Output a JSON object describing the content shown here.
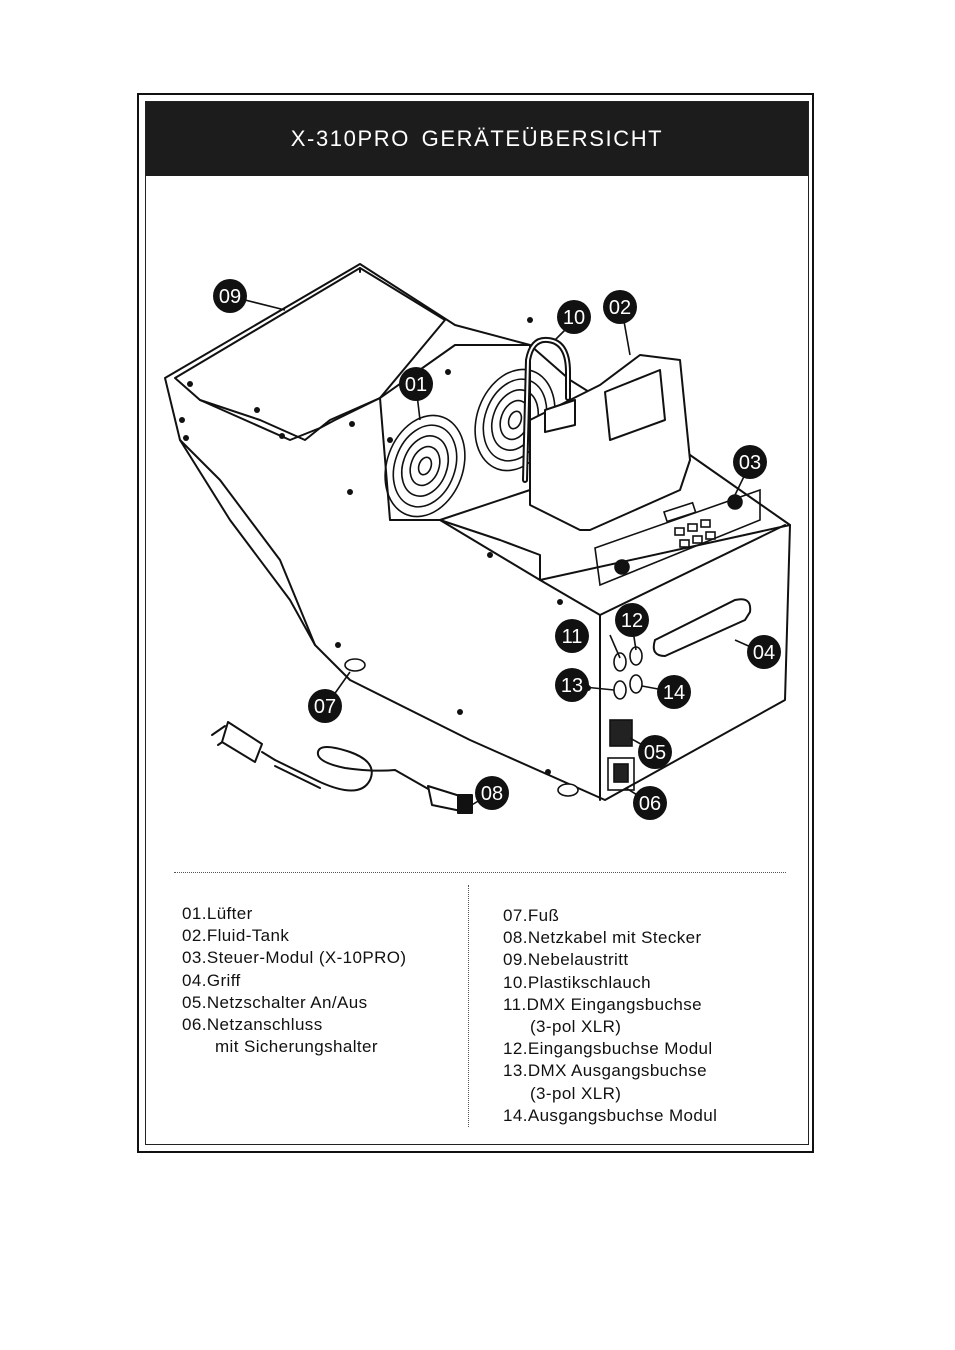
{
  "header": {
    "title": "X-310PRO GERÄTEÜBERSICHT"
  },
  "callouts": [
    "01",
    "02",
    "03",
    "04",
    "05",
    "06",
    "07",
    "08",
    "09",
    "10",
    "11",
    "12",
    "13",
    "14"
  ],
  "legend": {
    "left": [
      {
        "num": "01.",
        "text": "Lüfter",
        "cont": ""
      },
      {
        "num": "02.",
        "text": "Fluid-Tank",
        "cont": ""
      },
      {
        "num": "03.",
        "text": "Steuer-Modul (X-10PRO)",
        "cont": ""
      },
      {
        "num": "04.",
        "text": "Griff",
        "cont": ""
      },
      {
        "num": "05.",
        "text": "Netzschalter An/Aus",
        "cont": ""
      },
      {
        "num": "06.",
        "text": "Netzanschluss",
        "cont": "mit Sicherungshalter"
      }
    ],
    "right": [
      {
        "num": "07.",
        "text": "Fuß",
        "cont": ""
      },
      {
        "num": "08.",
        "text": "Netzkabel mit Stecker",
        "cont": ""
      },
      {
        "num": "09.",
        "text": "Nebelaustritt",
        "cont": ""
      },
      {
        "num": "10.",
        "text": "Plastikschlauch",
        "cont": ""
      },
      {
        "num": "11.",
        "text": "DMX Eingangsbuchse",
        "cont": "(3-pol XLR)"
      },
      {
        "num": "12.",
        "text": "Eingangsbuchse Modul",
        "cont": ""
      },
      {
        "num": "13.",
        "text": "DMX Ausgangsbuchse",
        "cont": "(3-pol XLR)"
      },
      {
        "num": "14.",
        "text": "Ausgangsbuchse Modul",
        "cont": ""
      }
    ]
  }
}
